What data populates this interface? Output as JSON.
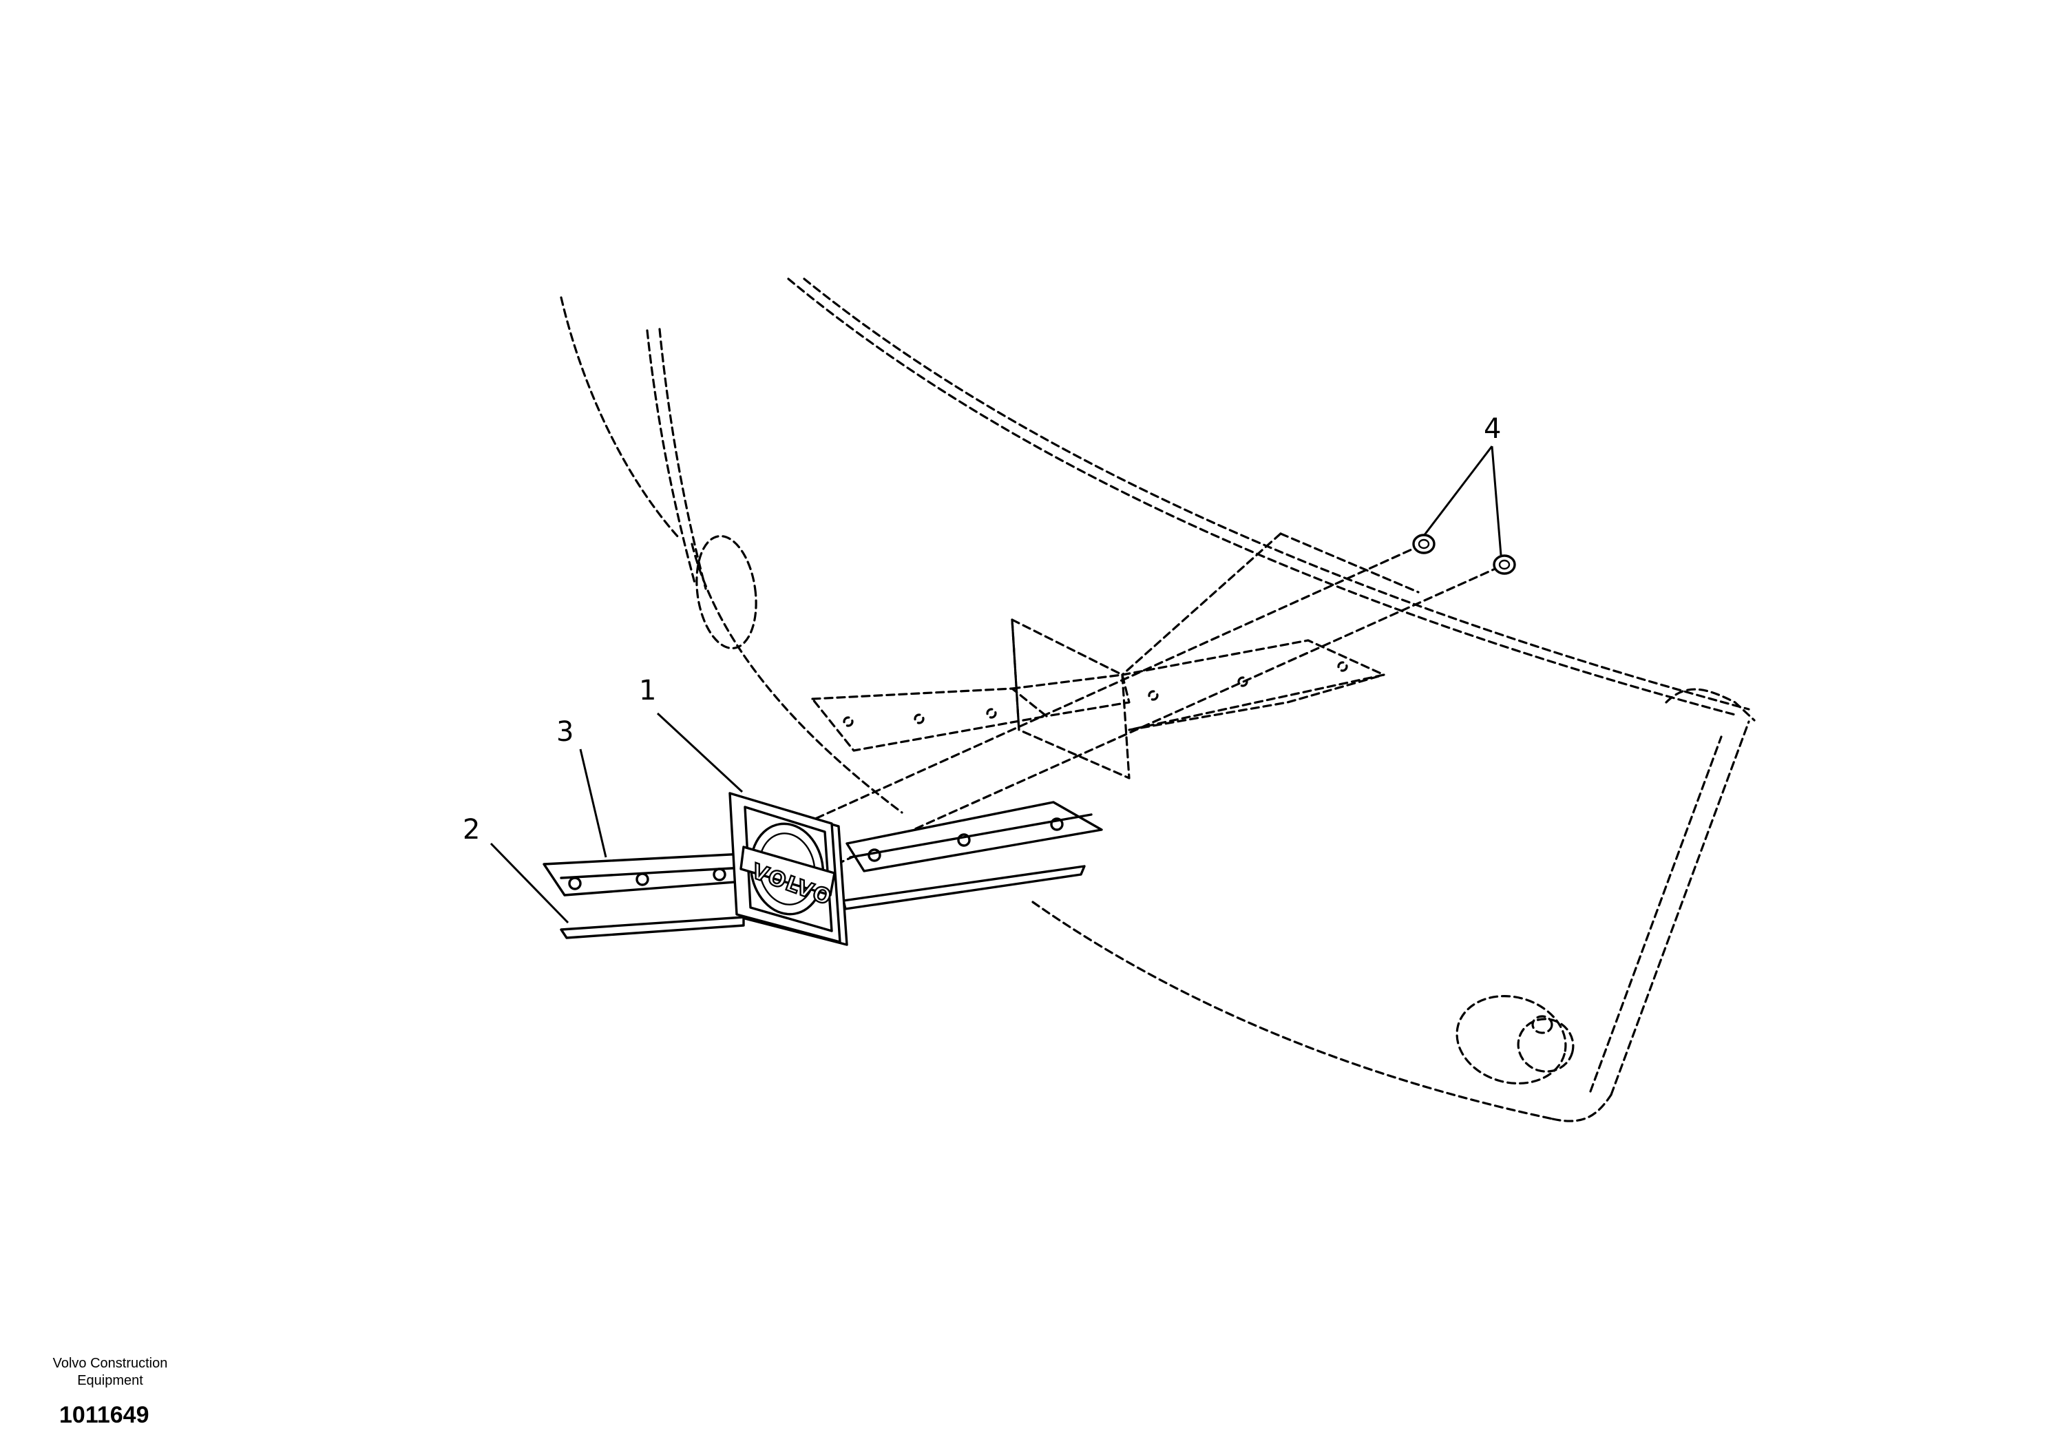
{
  "drawing": {
    "callouts": [
      {
        "id": "callout-1",
        "label": "1"
      },
      {
        "id": "callout-2",
        "label": "2"
      },
      {
        "id": "callout-3",
        "label": "3"
      },
      {
        "id": "callout-4",
        "label": "4"
      }
    ],
    "emblem_text": "VOLVO"
  },
  "footer": {
    "company_line1": "Volvo Construction",
    "company_line2": "Equipment",
    "drawing_number": "1011649"
  }
}
